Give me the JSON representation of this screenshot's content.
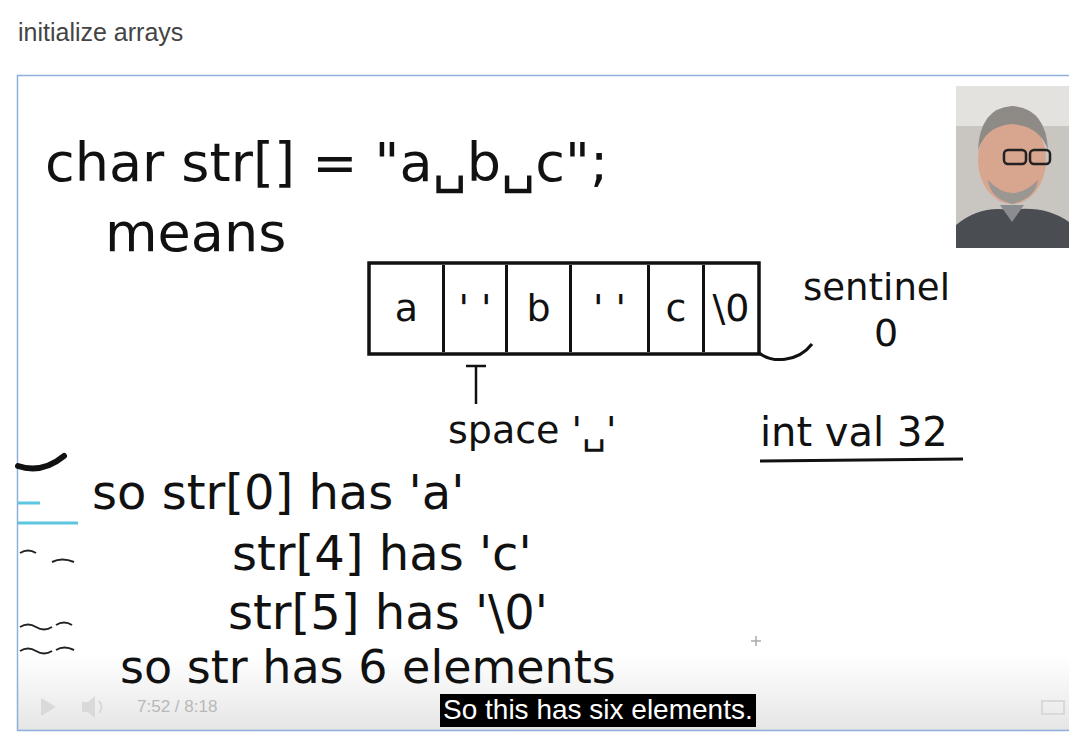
{
  "diagram": {
    "title": "initialize arrays",
    "caption": "So this has six elements.",
    "nodes": [
      {
        "text": [
          "a"
        ]
      },
      {
        "text": [
          "' '"
        ]
      },
      {
        "text": [
          "b"
        ]
      },
      {
        "text": [
          "' '"
        ]
      },
      {
        "text": [
          "c"
        ]
      },
      {
        "text": [
          "\\0"
        ]
      }
    ],
    "labels": [
      "char str[] = \"a␣b␣c\";",
      "means",
      "sentinel",
      "0",
      "space '␣'",
      "int val 32",
      "so str[0] has 'a'",
      "str[4] has 'c'",
      "str[5] has '\\0'",
      "so str has 6 elements",
      "7:52 / 8:18"
    ]
  }
}
